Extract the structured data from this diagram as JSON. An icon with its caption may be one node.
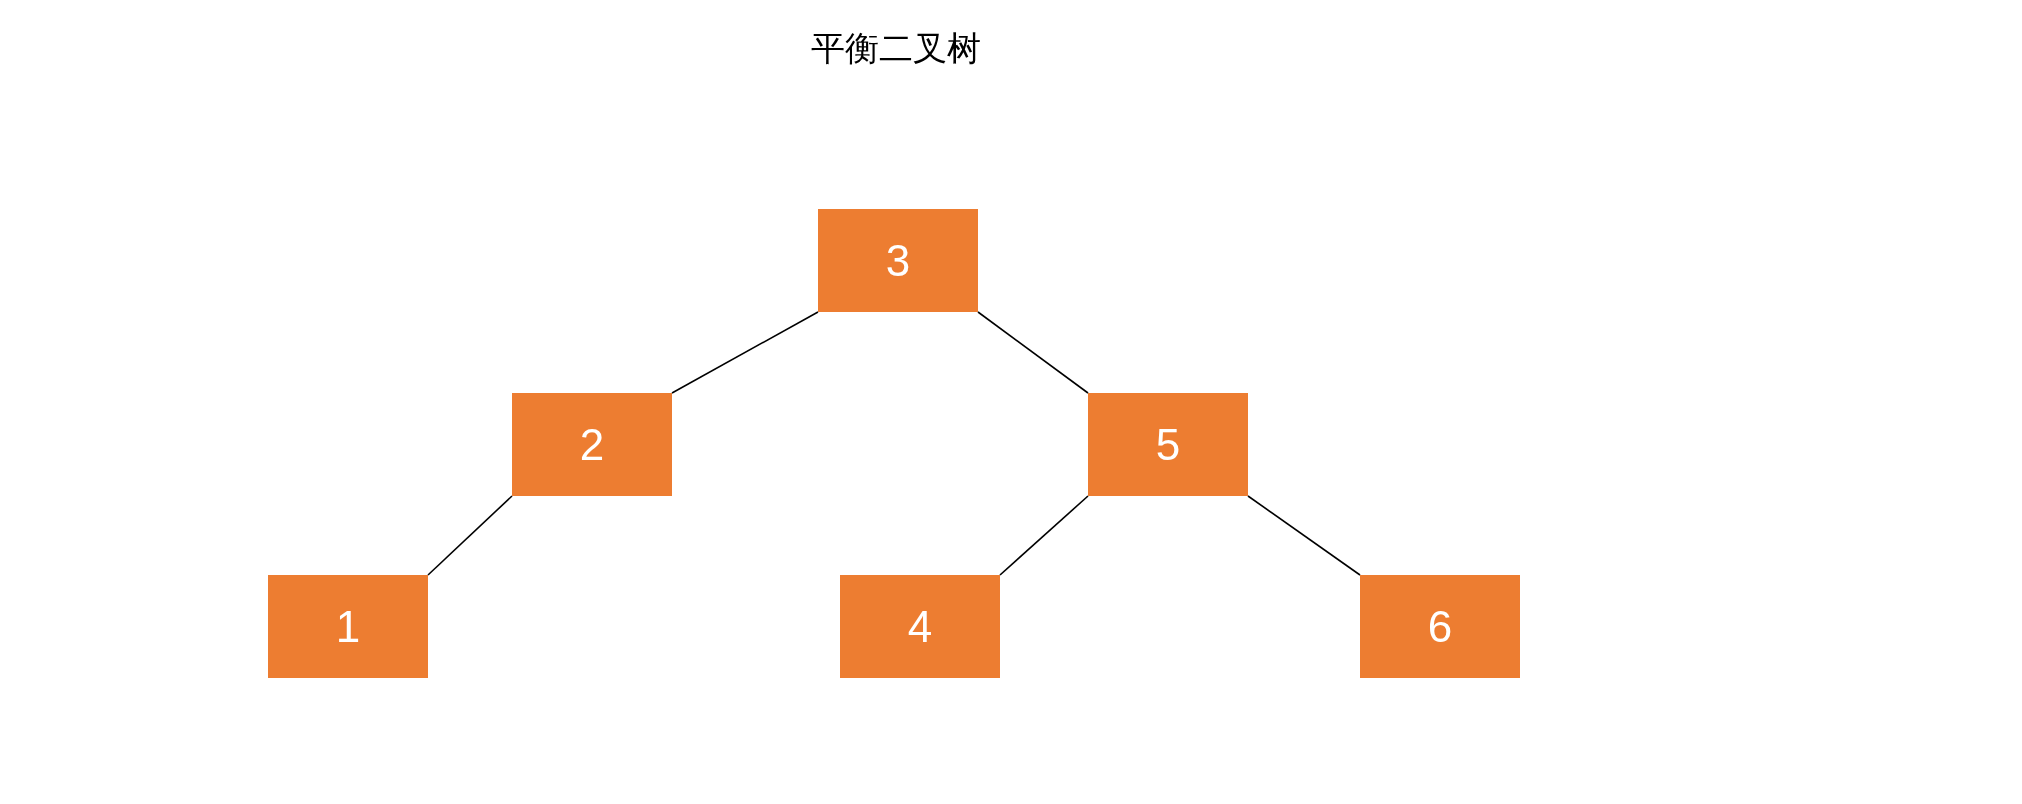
{
  "diagram": {
    "title": "平衡二叉树",
    "nodes": [
      {
        "text": [
          "3"
        ]
      },
      {
        "text": [
          "2"
        ]
      },
      {
        "text": [
          "5"
        ]
      },
      {
        "text": [
          "1"
        ]
      },
      {
        "text": [
          "4"
        ]
      },
      {
        "text": [
          "6"
        ]
      }
    ],
    "edges": [
      {
        "from": 0,
        "to": 1,
        "arrow": "none"
      },
      {
        "from": 0,
        "to": 2,
        "arrow": "none"
      },
      {
        "from": 1,
        "to": 3,
        "arrow": "none"
      },
      {
        "from": 2,
        "to": 4,
        "arrow": "none"
      },
      {
        "from": 2,
        "to": 5,
        "arrow": "none"
      }
    ]
  }
}
